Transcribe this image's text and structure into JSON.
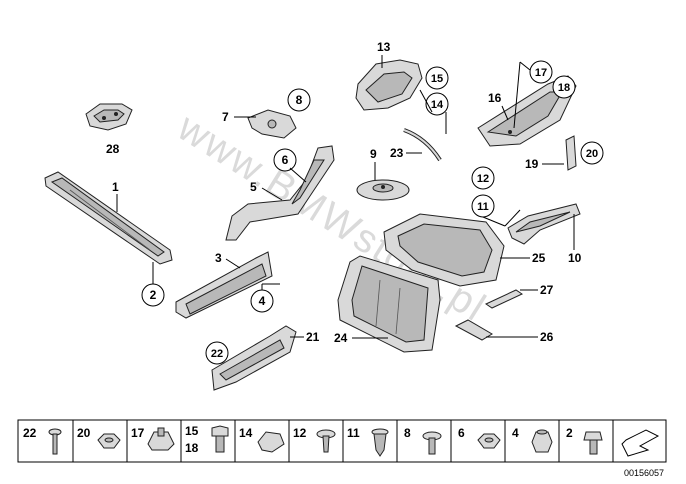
{
  "watermark": "www.BMWstore.pl",
  "document_number": "00156057",
  "callouts": {
    "c1": "1",
    "c2": "2",
    "c3": "3",
    "c4": "4",
    "c5": "5",
    "c6": "6",
    "c7": "7",
    "c8": "8",
    "c9": "9",
    "c10": "10",
    "c11": "11",
    "c12": "12",
    "c13": "13",
    "c14": "14",
    "c15": "15",
    "c16": "16",
    "c17": "17",
    "c18": "18",
    "c19": "19",
    "c20": "20",
    "c21": "21",
    "c22": "22",
    "c23": "23",
    "c24": "24",
    "c25": "25",
    "c26": "26",
    "c27": "27",
    "c28": "28"
  },
  "legend": {
    "l22": "22",
    "l20": "20",
    "l17": "17",
    "l15": "15",
    "l18": "18",
    "l14": "14",
    "l12": "12",
    "l11": "11",
    "l8": "8",
    "l6": "6",
    "l4": "4",
    "l2": "2"
  }
}
